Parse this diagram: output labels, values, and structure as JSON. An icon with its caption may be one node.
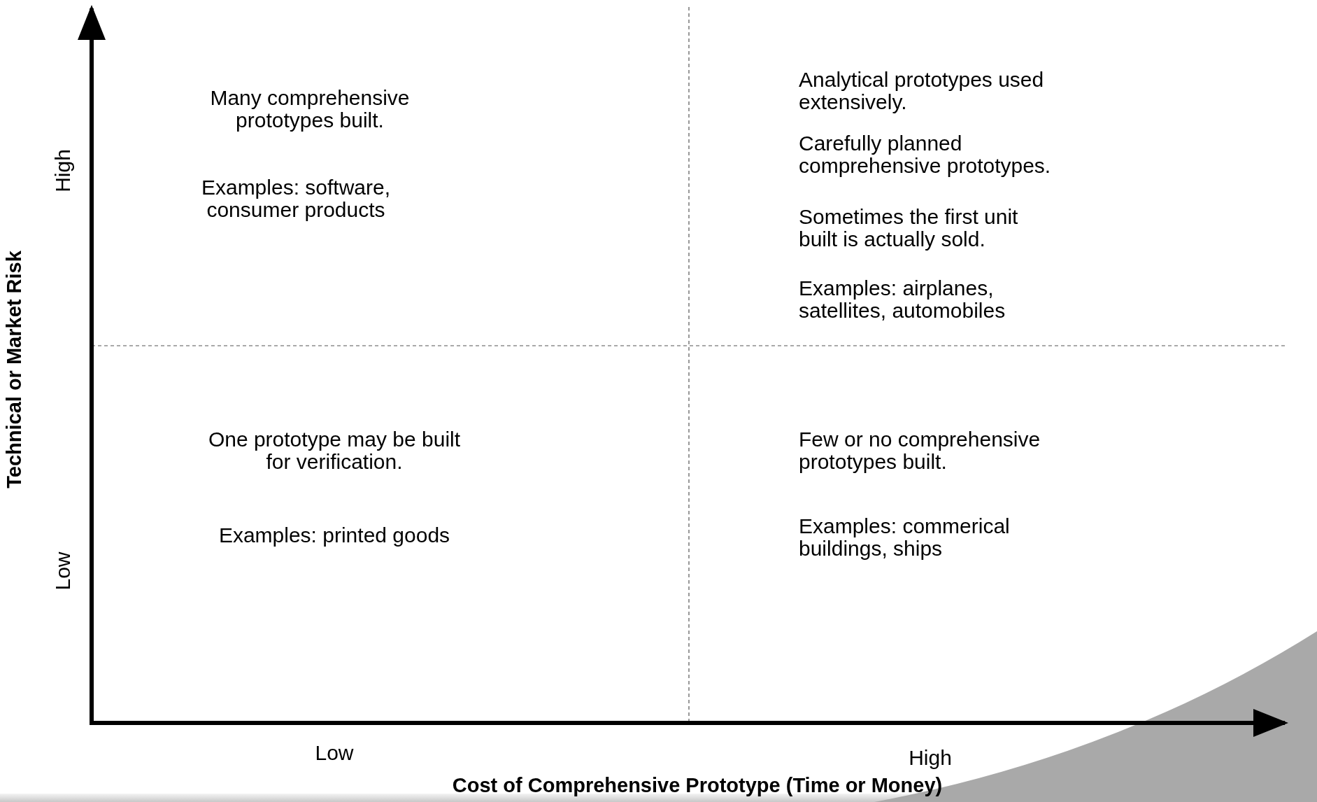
{
  "diagram": {
    "labels": [
      "Many comprehensive prototypes built.",
      "Analytical prototypes used extensively.",
      "Carefully planned comprehensive prototypes.",
      "Examples: software, consumer products",
      "Sometimes the first unit built is actually sold.",
      "Examples: airplanes, satellites, automobiles",
      "One prototype may be built for verification.",
      "Few or no comprehensive prototypes built.",
      "Examples: printed goods",
      "Examples: commerical buildings, ships",
      "High",
      "Low",
      "Technical or Market Risk",
      "Low",
      "High",
      "Cost of Comprehensive Prototype (Time or Money)"
    ]
  }
}
